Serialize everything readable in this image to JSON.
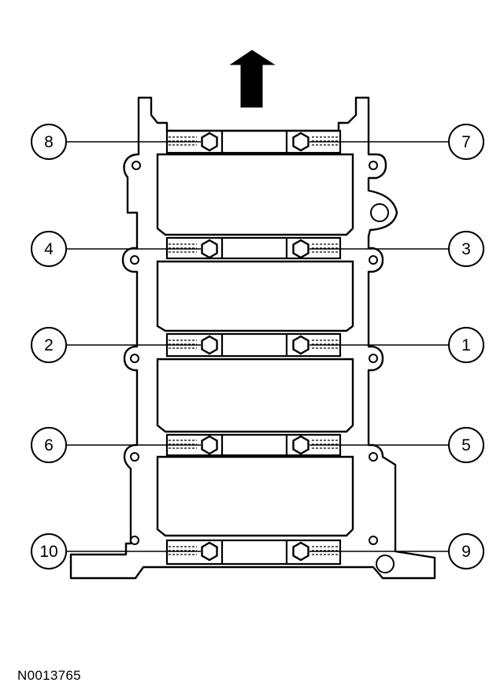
{
  "figure_id": "N0013765",
  "callouts": [
    {
      "label": "8",
      "side": "left",
      "row": 0
    },
    {
      "label": "7",
      "side": "right",
      "row": 0
    },
    {
      "label": "4",
      "side": "left",
      "row": 1
    },
    {
      "label": "3",
      "side": "right",
      "row": 1
    },
    {
      "label": "2",
      "side": "left",
      "row": 2
    },
    {
      "label": "1",
      "side": "right",
      "row": 2
    },
    {
      "label": "6",
      "side": "left",
      "row": 3
    },
    {
      "label": "5",
      "side": "right",
      "row": 3
    },
    {
      "label": "10",
      "side": "left",
      "row": 4
    },
    {
      "label": "9",
      "side": "right",
      "row": 4
    }
  ],
  "colors": {
    "line": "#000000",
    "fill": "#ffffff",
    "arrow": "#000000"
  }
}
